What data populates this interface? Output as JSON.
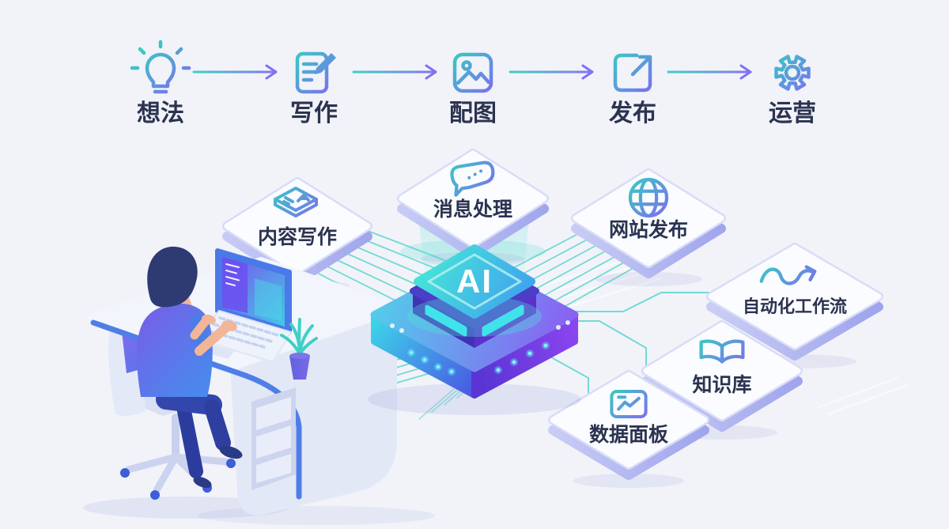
{
  "workflow": {
    "steps": [
      {
        "label": "想法",
        "icon": "lightbulb-icon"
      },
      {
        "label": "写作",
        "icon": "writing-icon"
      },
      {
        "label": "配图",
        "icon": "image-icon"
      },
      {
        "label": "发布",
        "icon": "share-icon"
      },
      {
        "label": "运营",
        "icon": "gear-icon"
      }
    ]
  },
  "hub": {
    "label": "AI"
  },
  "tiles": [
    {
      "label": "内容写作",
      "icon": "document-icon"
    },
    {
      "label": "消息处理",
      "icon": "chat-bubble-icon"
    },
    {
      "label": "网站发布",
      "icon": "globe-icon"
    },
    {
      "label": "自动化工作流",
      "icon": "workflow-icon"
    },
    {
      "label": "知识库",
      "icon": "book-icon"
    },
    {
      "label": "数据面板",
      "icon": "dashboard-icon"
    }
  ],
  "colors": {
    "background": "#f1f3f9",
    "accent_teal": "#3ecfc5",
    "accent_purple": "#7d6bf2",
    "text": "#2b3350",
    "line_teal": "#4ad1c6",
    "chip_text": "#ffffff"
  }
}
